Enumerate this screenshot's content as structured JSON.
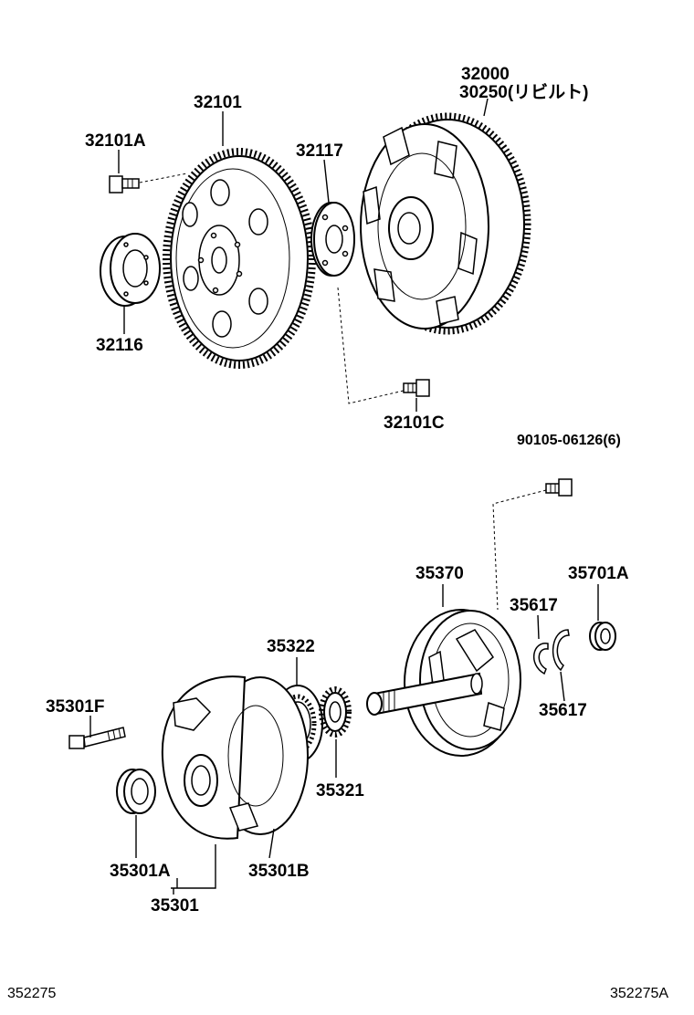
{
  "diagram": {
    "labels": {
      "p32000": "32000",
      "p30250": "30250(リビルト)",
      "p32101": "32101",
      "p32101A": "32101A",
      "p32117": "32117",
      "p32116": "32116",
      "p32101C": "32101C",
      "p90105": "90105-06126(6)",
      "p35370": "35370",
      "p35701A": "35701A",
      "p35617a": "35617",
      "p35617b": "35617",
      "p35322": "35322",
      "p35301F": "35301F",
      "p35321": "35321",
      "p35301A": "35301A",
      "p35301B": "35301B",
      "p35301": "35301"
    },
    "footer": {
      "left_ref": "352275",
      "right_ref": "352275A"
    }
  }
}
